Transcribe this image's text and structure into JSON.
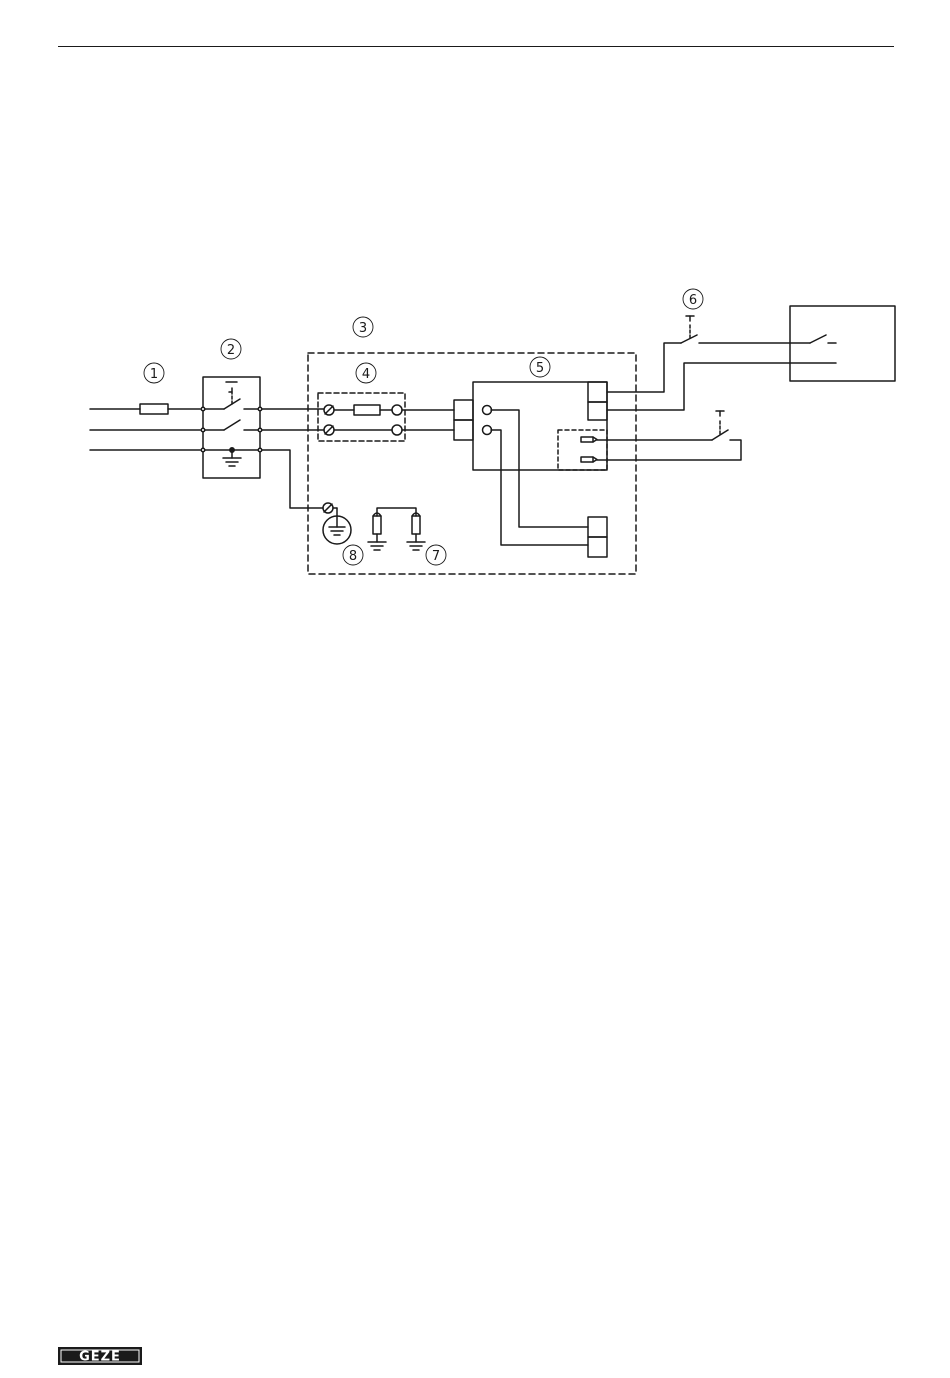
{
  "diagram": {
    "callouts": [
      {
        "id": "1",
        "label": "1"
      },
      {
        "id": "2",
        "label": "2"
      },
      {
        "id": "3",
        "label": "3"
      },
      {
        "id": "4",
        "label": "4"
      },
      {
        "id": "5",
        "label": "5"
      },
      {
        "id": "6",
        "label": "6"
      },
      {
        "id": "7",
        "label": "7"
      },
      {
        "id": "8",
        "label": "8"
      }
    ]
  },
  "footer": {
    "logo_text": "GEZE"
  },
  "colors": {
    "ink": "#1a1a1a",
    "background": "#ffffff"
  }
}
